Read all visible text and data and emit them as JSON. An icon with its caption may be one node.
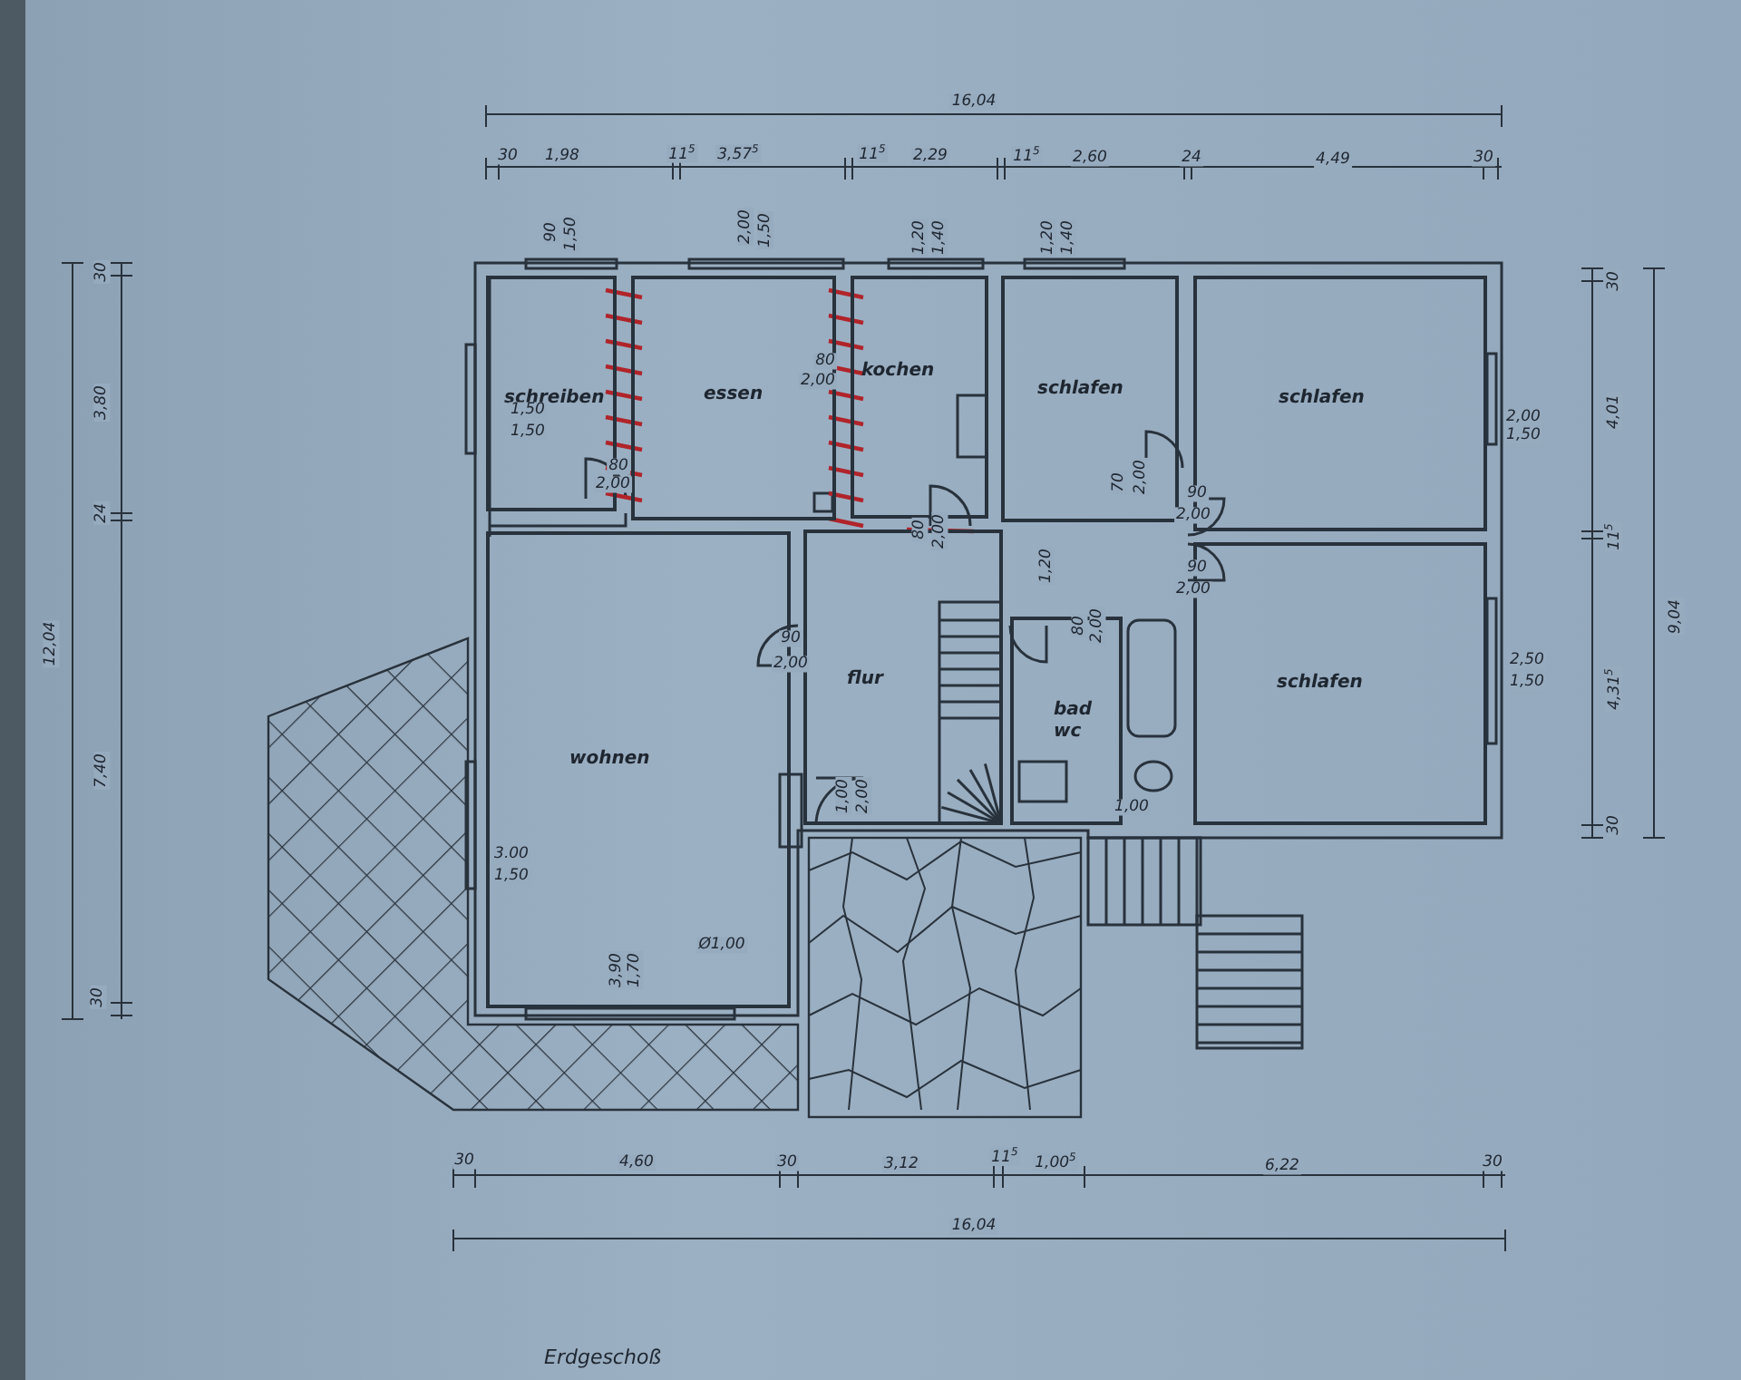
{
  "diagram": {
    "caption": "Erdgeschoß",
    "nodes": [
      {
        "text": [
          "schreiben"
        ]
      },
      {
        "text": [
          "essen"
        ]
      },
      {
        "text": [
          "kochen"
        ]
      },
      {
        "text": [
          "schlafen"
        ]
      },
      {
        "text": [
          "schlafen"
        ]
      },
      {
        "text": [
          "flur"
        ]
      },
      {
        "text": [
          "bad wc"
        ]
      },
      {
        "text": [
          "schlafen"
        ]
      },
      {
        "text": [
          "wohnen"
        ]
      }
    ],
    "labels": [
      "16,04",
      "30",
      "1,98",
      "11$^{5}$",
      "3,57$^{5}$",
      "11$^{5}$",
      "2,29",
      "11$^{5}$",
      "2,60",
      "24",
      "4,49",
      "30",
      "90",
      "1,50",
      "2,00",
      "1,50",
      "1,20",
      "1,40",
      "1,20",
      "1,40",
      "30",
      "3,80",
      "24",
      "12,04",
      "7,40",
      "30",
      "30",
      "2,00",
      "1,50",
      "4,01",
      "11$^{5}$",
      "9,04",
      "2,50",
      "1,50",
      "4,31$^{5}$",
      "30",
      "1,50",
      "1,50",
      "80",
      "2,00",
      "80",
      "2,00",
      "80",
      "2,00",
      "70",
      "2,00",
      "90",
      "2,00",
      "90",
      "2,00",
      "1,20",
      "80",
      "2,00",
      "90",
      "2,00",
      "1,00",
      "2,00",
      "1,00",
      "3.00",
      "1,50",
      "Ø1,00",
      "3,90",
      "1,70",
      "30",
      "4,60",
      "30",
      "3,12",
      "11$^{5}$",
      "1,00$^{5}$",
      "6,22",
      "30",
      "16,04"
    ]
  }
}
